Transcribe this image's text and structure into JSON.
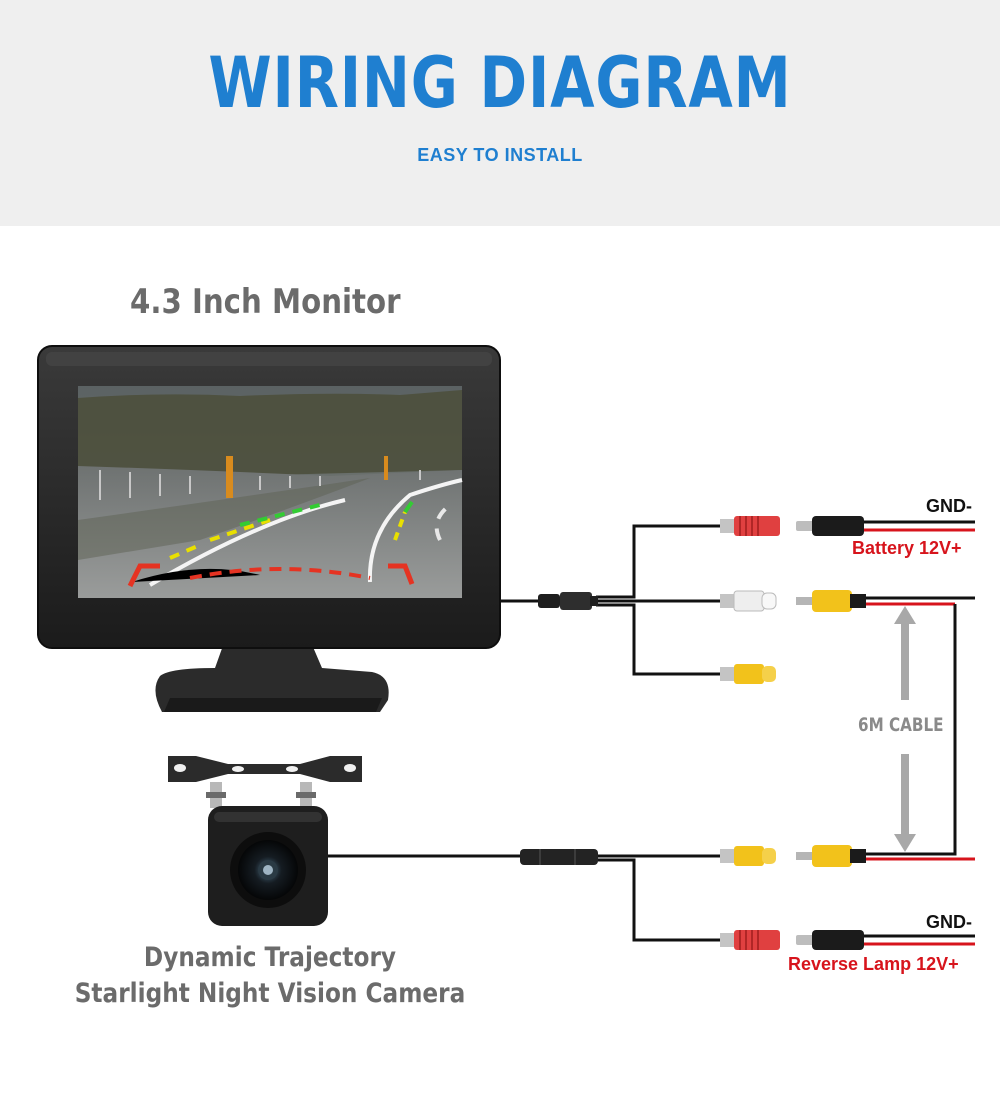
{
  "header": {
    "title": "WIRING DIAGRAM",
    "subtitle": "EASY TO INSTALL"
  },
  "monitor": {
    "label": "4.3 Inch Monitor"
  },
  "camera": {
    "label_line1": "Dynamic Trajectory",
    "label_line2": "Starlight Night Vision Camera"
  },
  "wires": {
    "top_gnd": "GND-",
    "top_power": "Battery 12V+",
    "cable": "6M CABLE",
    "bottom_gnd": "GND-",
    "bottom_power": "Reverse Lamp 12V+"
  },
  "colors": {
    "accent": "#1f7fd0",
    "warning_red": "#d7141c",
    "rca_yellow": "#f2c21b",
    "rca_white": "#f2f2f2",
    "rca_red": "#e04040"
  }
}
